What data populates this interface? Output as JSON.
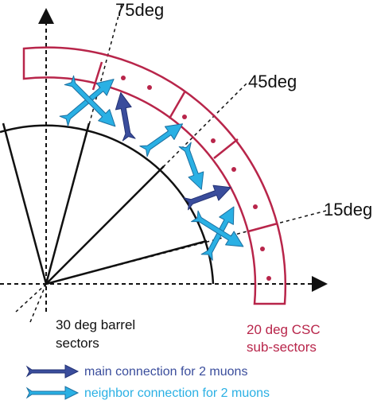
{
  "angle_labels": {
    "deg75": "75deg",
    "deg45": "45deg",
    "deg15": "15deg"
  },
  "barrel_label": {
    "line1": "30 deg barrel",
    "line2": "sectors"
  },
  "csc_label": {
    "line1": "20 deg CSC",
    "line2": "sub-sectors"
  },
  "legend": {
    "main": "main connection for 2 muons",
    "neighbor": "neighbor connection for 2 muons"
  },
  "colors": {
    "axis": "#111111",
    "barrel": "#111111",
    "csc": "#b8254a",
    "main_arrow": "#3a4d9c",
    "neighbor_arrow": "#2ab0e4",
    "main_text": "#3a4d9c",
    "neighbor_text": "#2ab0e4",
    "csc_text": "#b8254a"
  },
  "icons": {
    "main": "dark-blue-double-arrow",
    "neighbor": "light-blue-double-arrow"
  }
}
